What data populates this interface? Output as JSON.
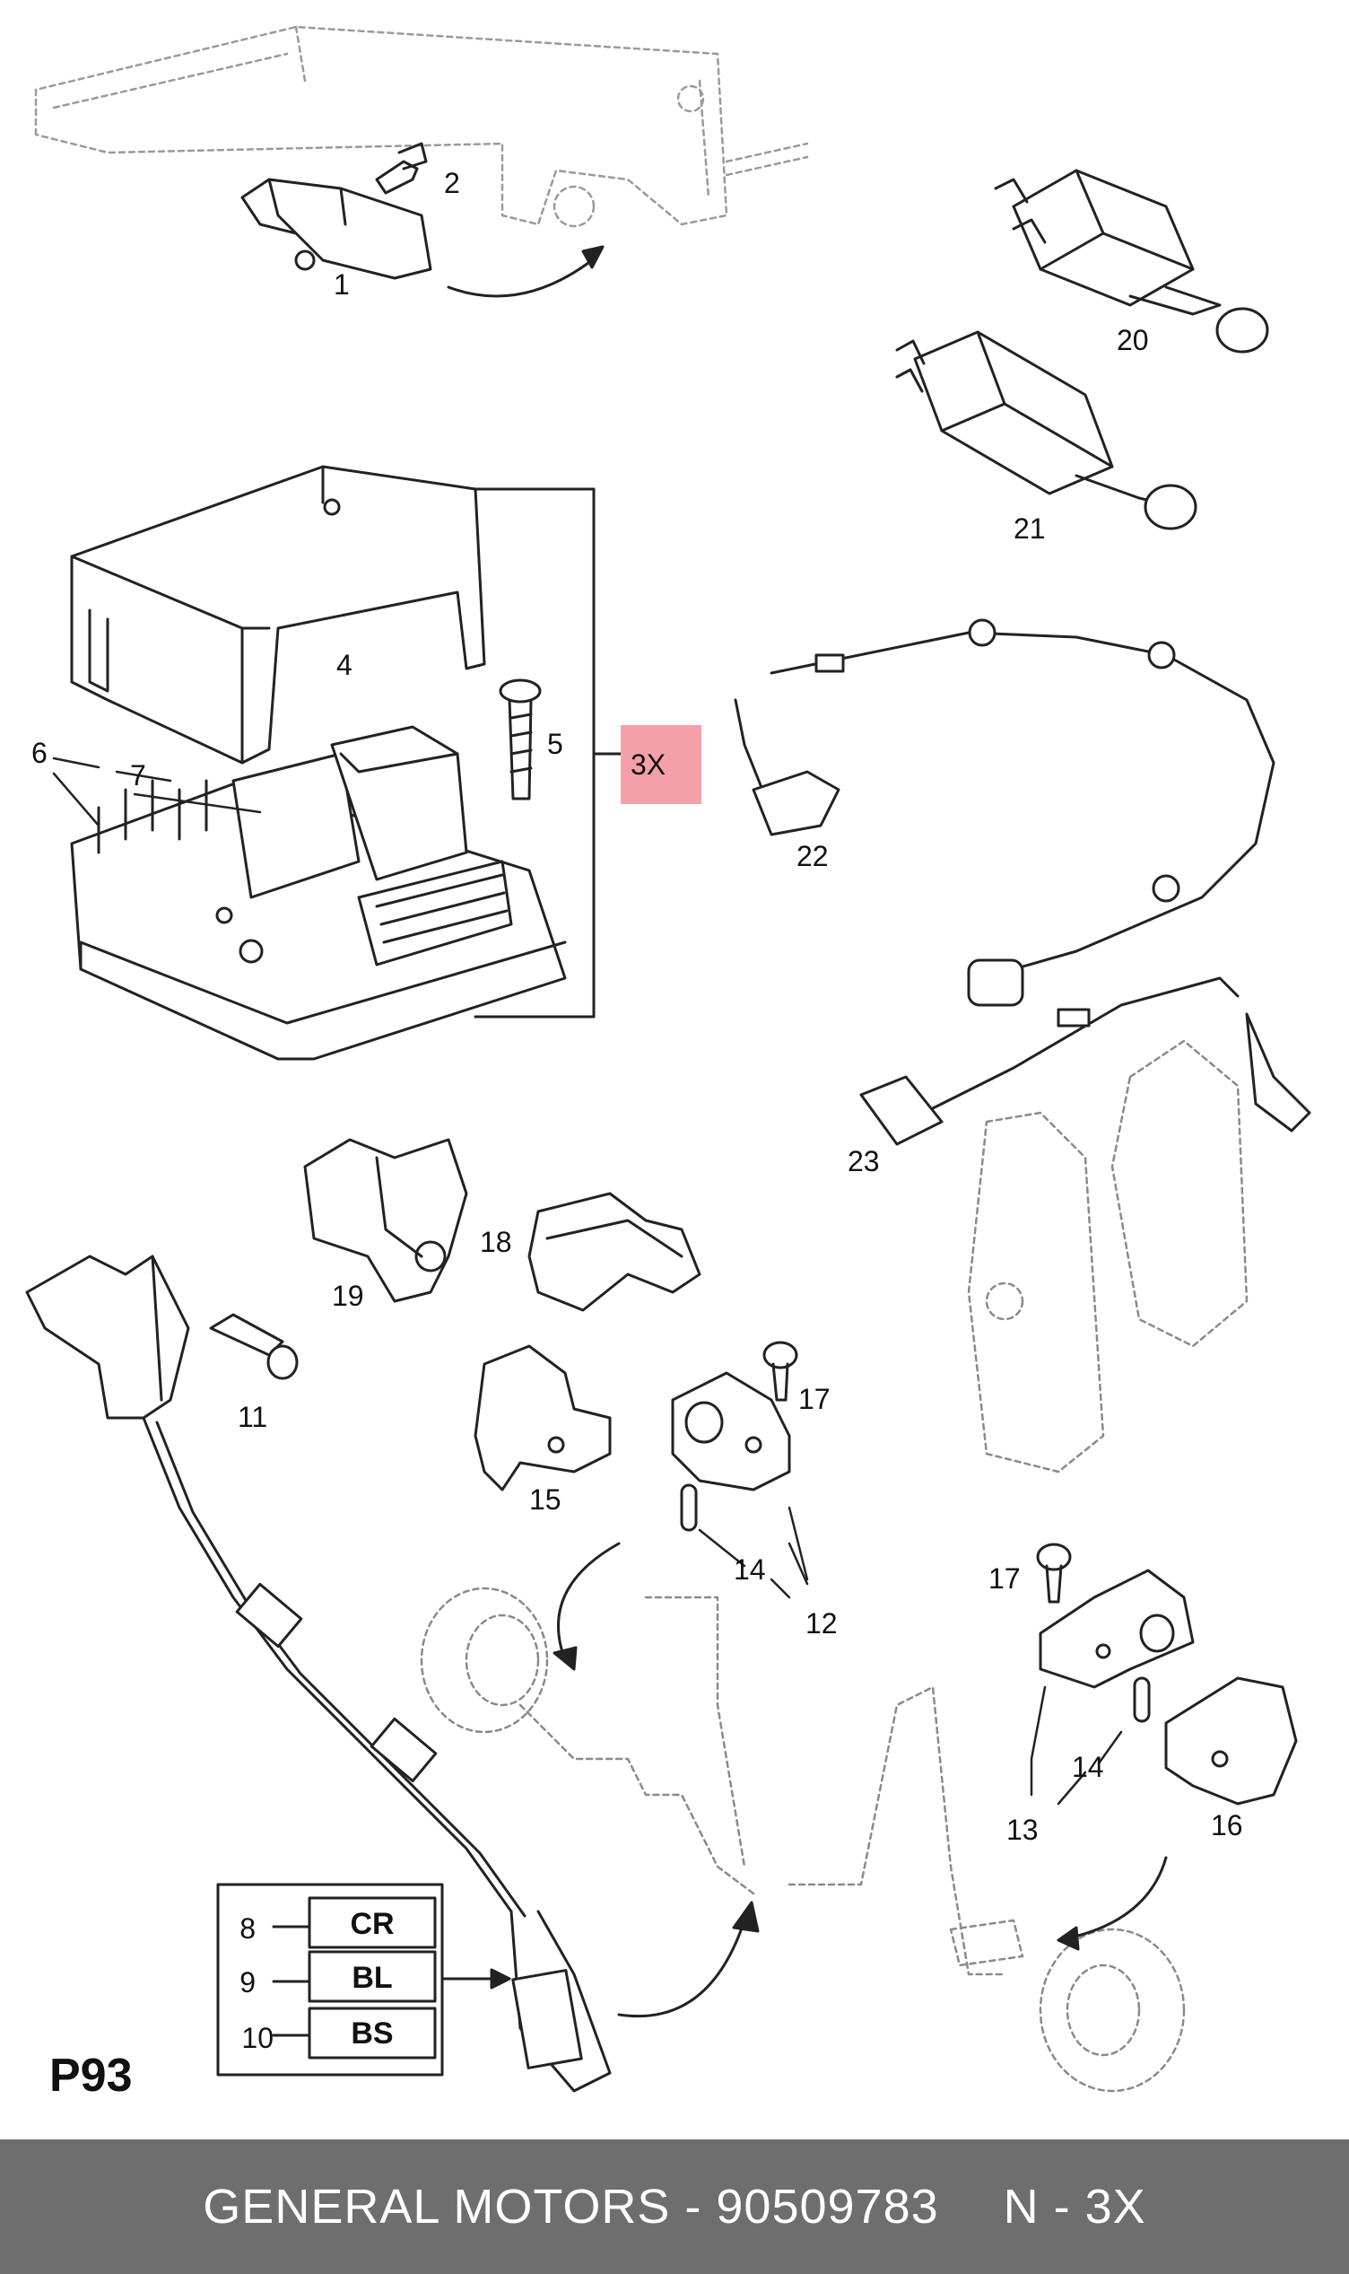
{
  "diagram": {
    "reference": "P93",
    "multiplier_badge": "3X",
    "callouts": [
      "1",
      "2",
      "4",
      "5",
      "6",
      "7",
      "11",
      "12",
      "13",
      "14",
      "14",
      "15",
      "16",
      "17",
      "17",
      "18",
      "19",
      "20",
      "21",
      "22",
      "23"
    ],
    "codes": [
      {
        "number": "8",
        "code": "CR"
      },
      {
        "number": "9",
        "code": "BL"
      },
      {
        "number": "10",
        "code": "BS"
      }
    ]
  },
  "footer": {
    "brand": "GENERAL MOTORS - 90509783",
    "quantity": "N - 3X"
  },
  "colors": {
    "badge_bg": "#f5a0a8",
    "footer_bg": "#6e6e6e",
    "line": "#222222",
    "dotted": "#8a8a8a"
  }
}
